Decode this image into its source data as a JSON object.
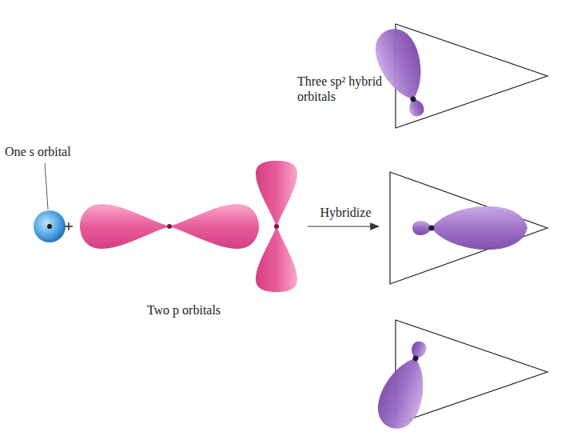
{
  "diagram": {
    "labels": [
      "One s orbital",
      "Two p orbitals",
      "Hybridize",
      "Three sp² hybrid orbitals"
    ]
  }
}
